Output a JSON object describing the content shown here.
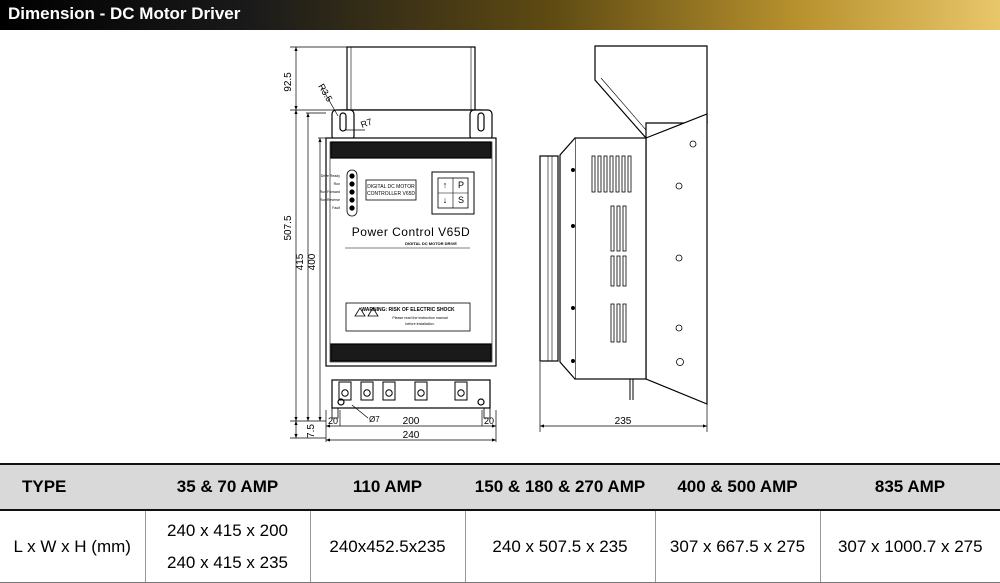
{
  "header": {
    "title": "Dimension - DC Motor Driver"
  },
  "drawing": {
    "front_panel": {
      "status_labels": [
        "Drive Ready",
        "Run",
        "Run Forward",
        "Run Reverse",
        "Fault"
      ],
      "controller_label_line1": "DIGITAL DC MOTOR",
      "controller_label_line2": "CONTROLLER V65D",
      "keypad_keys": [
        "↑",
        "P",
        "↓",
        "S"
      ],
      "product_name": "Power Control V65D",
      "product_subtitle": "DIGITAL DC MOTOR DRIVE",
      "warning_title": "WARNING: RISK OF ELECTRIC SHOCK",
      "warning_line1": "Please read the instruction manual",
      "warning_line2": "before installation."
    },
    "dimensions": {
      "front_height_total": "507.5",
      "front_height_415": "415",
      "front_height_400": "400",
      "top_offset": "92.5",
      "bottom_offset": "7.5",
      "radius_35": "R3.5",
      "radius_7": "R7",
      "hole_dia": "Ø7",
      "width_240": "240",
      "width_200": "200",
      "margin_left": "20",
      "margin_right": "20",
      "side_depth": "235"
    }
  },
  "table": {
    "headers": [
      "TYPE",
      "35 & 70 AMP",
      "110 AMP",
      "150 & 180 & 270 AMP",
      "400 & 500 AMP",
      "835 AMP"
    ],
    "row_label": "L x W x H (mm)",
    "cells": {
      "c35_line1": "240 x 415 x 200",
      "c35_line2": "240 x 415 x 235",
      "c110": "240x452.5x235",
      "c150": "240 x 507.5 x 235",
      "c400": "307 x 667.5 x 275",
      "c835": "307 x 1000.7 x 275"
    }
  }
}
